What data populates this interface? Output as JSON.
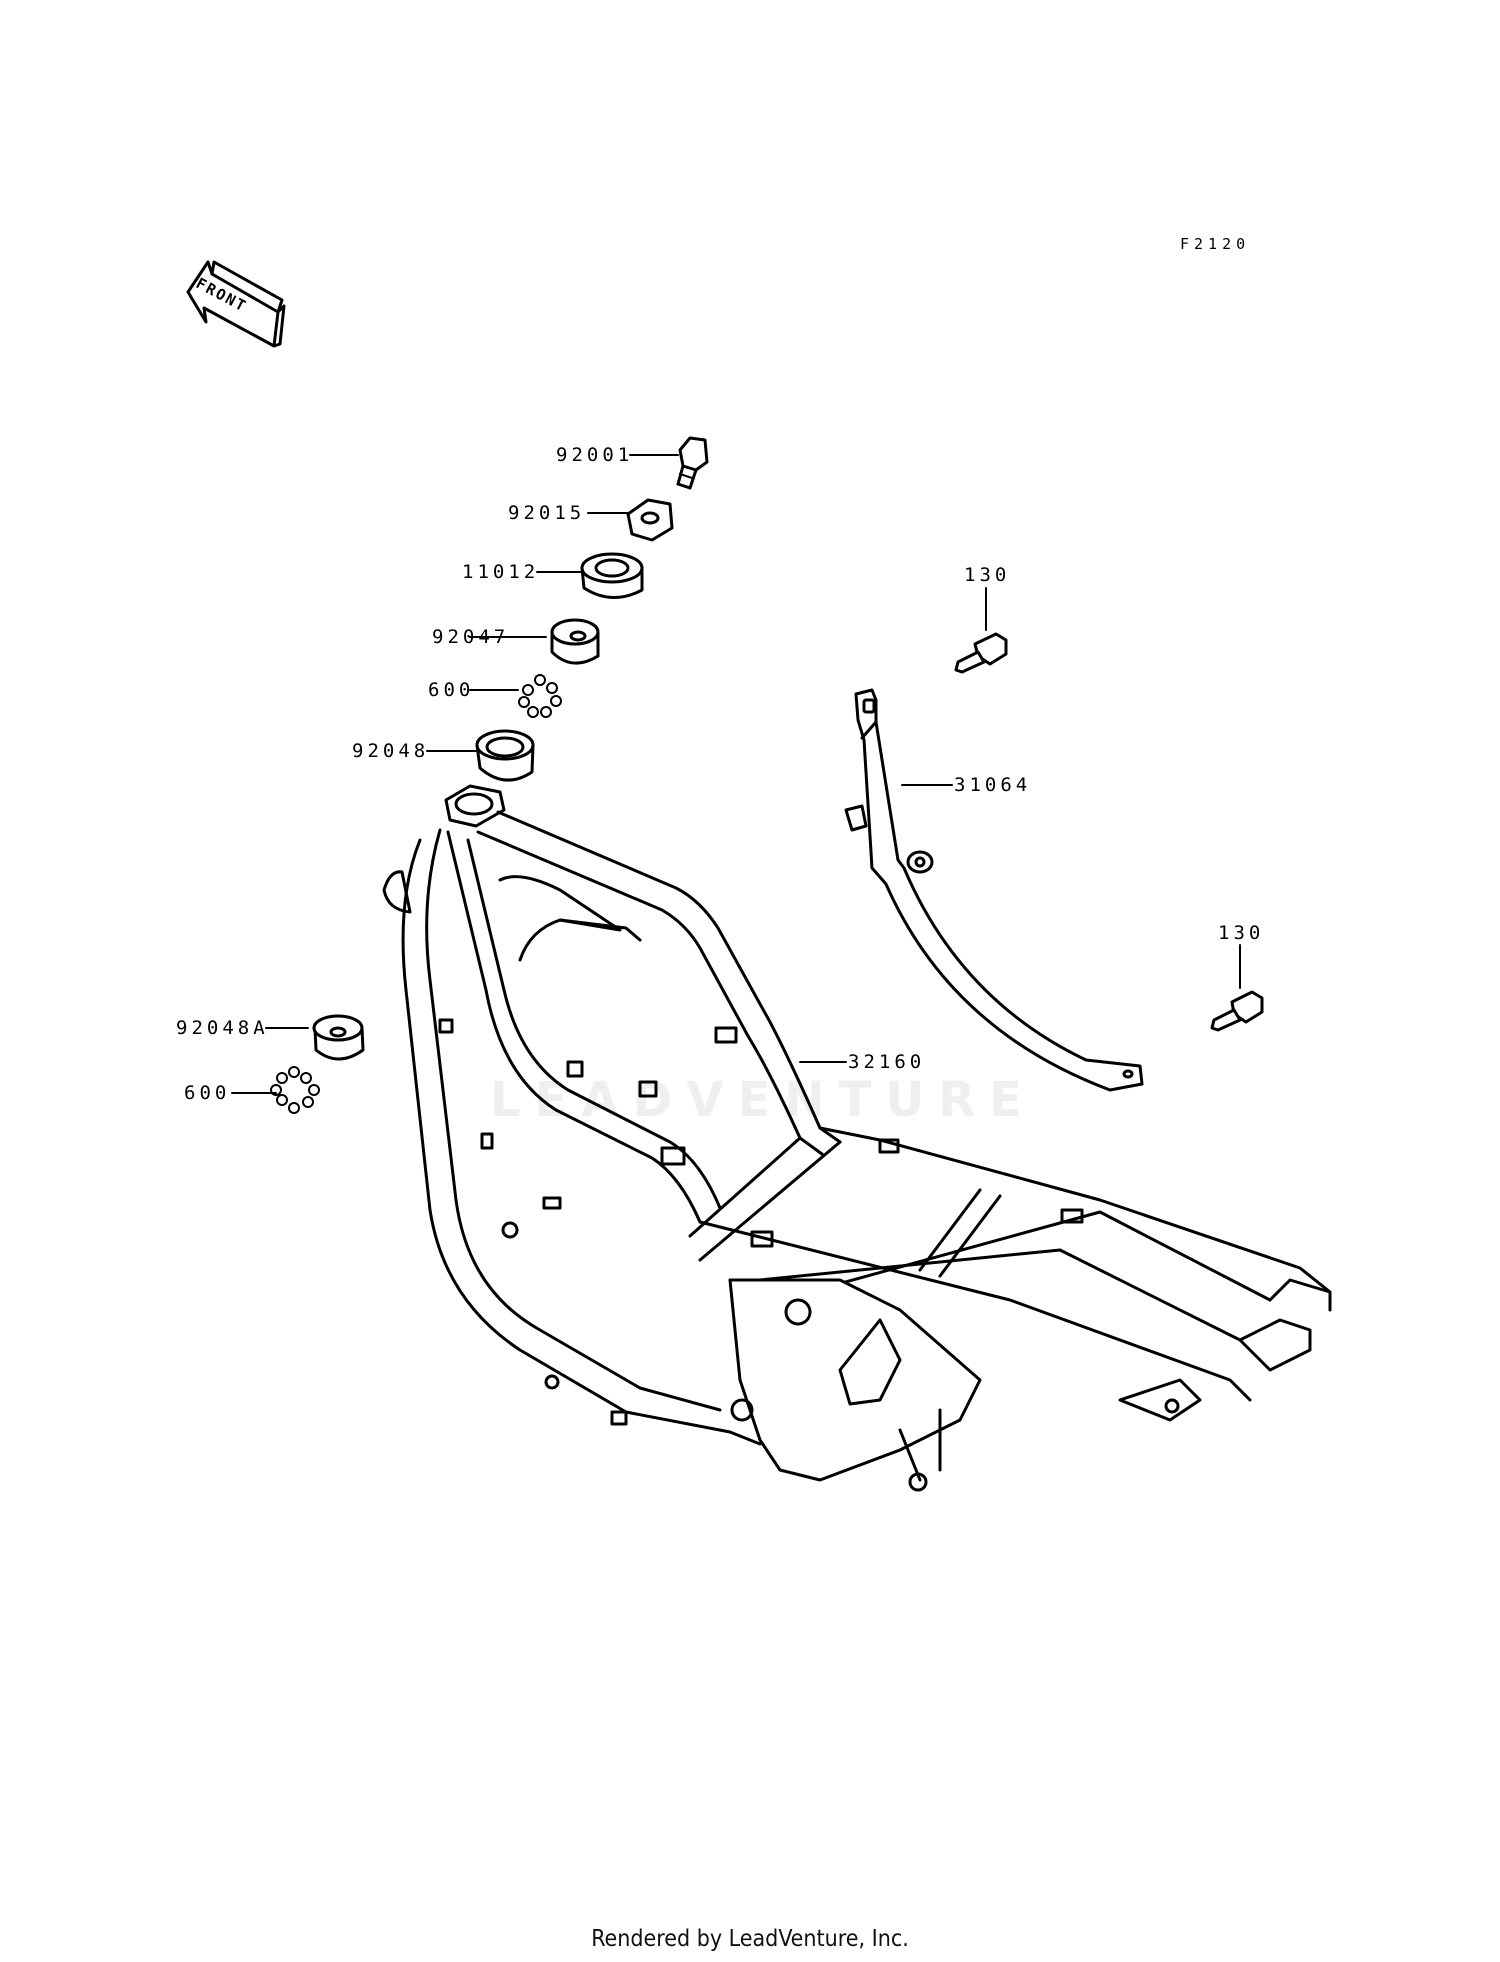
{
  "diagram": {
    "figure_code": "F2120",
    "front_label": "FRONT",
    "watermark": "LEADVENTURE",
    "footer": "Rendered by LeadVenture, Inc.",
    "parts": [
      {
        "id": "92001",
        "label": "92001"
      },
      {
        "id": "92015",
        "label": "92015"
      },
      {
        "id": "11012",
        "label": "11012"
      },
      {
        "id": "92047",
        "label": "92047"
      },
      {
        "id": "600a",
        "label": "600"
      },
      {
        "id": "92048",
        "label": "92048"
      },
      {
        "id": "130a",
        "label": "130"
      },
      {
        "id": "31064",
        "label": "31064"
      },
      {
        "id": "130b",
        "label": "130"
      },
      {
        "id": "92048A",
        "label": "92048A"
      },
      {
        "id": "32160",
        "label": "32160"
      },
      {
        "id": "600b",
        "label": "600"
      }
    ]
  }
}
